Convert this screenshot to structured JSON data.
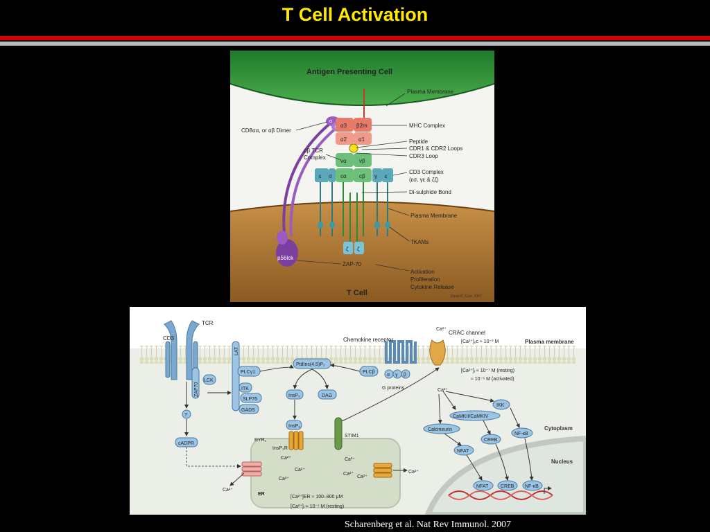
{
  "slide": {
    "title": "T Cell Activation",
    "citation": "Scharenberg et al. Nat Rev Immunol. 2007",
    "colors": {
      "title": "#ffea00",
      "bar_red": "#d60000",
      "bar_grey": "#b9b9b9",
      "background": "#000000"
    }
  },
  "top_diagram": {
    "header": "Antigen Presenting Cell",
    "footer": "T Cell",
    "credit": "David R. Cole, 2007",
    "domains": {
      "a3": "α3",
      "b2m": "β2m",
      "a2": "α2",
      "a1": "α1",
      "va": "vα",
      "vb": "vβ",
      "ca": "cα",
      "cb": "cβ",
      "e1": "ε",
      "s": "σ",
      "g": "γ",
      "e2": "ε",
      "z1": "ζ",
      "z2": "ζ",
      "cd8a": "α",
      "cd8b": "α",
      "p56": "p56lck"
    },
    "labels": {
      "plasma_membrane_top": "Plasma Membrane",
      "mhc": "MHC Complex",
      "cd8": "CD8αα, or αβ Dimer",
      "peptide": "Peptide",
      "cdr12": "CDR1 & CDR2 Loops",
      "cdr3": "CDR3 Loop",
      "tcr1": "αβ TCR",
      "tcr2": "Complex",
      "cd3_1": "CD3 Complex",
      "cd3_2": "(εσ, γε & ζζ)",
      "disulphide": "Di-sulphide Bond",
      "plasma_membrane_bottom": "Plasma Membrane",
      "tkams": "TKAMs",
      "zap70": "ZAP-70",
      "act1": "Activation",
      "act2": "Proliferation",
      "act3": "Cytokine Release"
    }
  },
  "bottom_diagram": {
    "labels": {
      "tcr": "TCR",
      "cd3": "CD3",
      "lat": "LAT",
      "lck": "LCK",
      "zap70": "ZAP70",
      "plcg": "PLCγ1",
      "itk": "ITK",
      "slp76": "SLP76",
      "gads": "GADS",
      "pip2": "PtdIns(4,5)P₂",
      "insp3": "InsP₃",
      "dag": "DAG",
      "insp3b": "InsP₃",
      "plcb": "PLCβ",
      "ga": "α",
      "gg": "γ",
      "gb": "β",
      "gproteins": "G proteins",
      "chemokine": "Chemokine receptor",
      "stim1": "STIM1",
      "ca_top": "Ca²⁺",
      "crac": "CRAC channel",
      "crac_conc": "[Ca²⁺]ₑc ≈ 10⁻³ M",
      "plasma_membrane": "Plasma membrane",
      "cyt_rest": "[Ca²⁺]ᵢ ≈ 10⁻⁷ M (resting)",
      "cyt_act": "≈ 10⁻⁶ M (activated)",
      "ca_mid": "Ca²⁺",
      "ikk": "IKK",
      "camk": "CaMKII/CaMKIV",
      "calcineurin": "Calcineurin",
      "creb": "CREB",
      "nfkb": "NF-κB",
      "nfat": "NFAT",
      "nfat_n": "NFAT",
      "creb_n": "CREB",
      "nfkb_n": "NF-κB",
      "cytoplasm": "Cytoplasm",
      "nucleus": "Nucleus",
      "q": "?",
      "cadpr": "cADPR",
      "insp3r": "InsP₃R",
      "ryr": "RYR₁",
      "er": "ER",
      "ca_er1": "Ca²⁺",
      "ca_er2": "Ca²⁺",
      "ca_er3": "Ca²⁺",
      "ca_er4": "Ca²⁺",
      "ca_er5": "Ca²⁺",
      "ca_out_left": "Ca²⁺",
      "ca_out_left2": "Ca²⁺",
      "ca_out_right": "Ca²⁺",
      "er_conc": "[Ca²⁺]ER ≈ 100–800 μM",
      "er_rest": "[Ca²⁺]ᵢ ≈ 10⁻⁷ M (resting)"
    }
  }
}
